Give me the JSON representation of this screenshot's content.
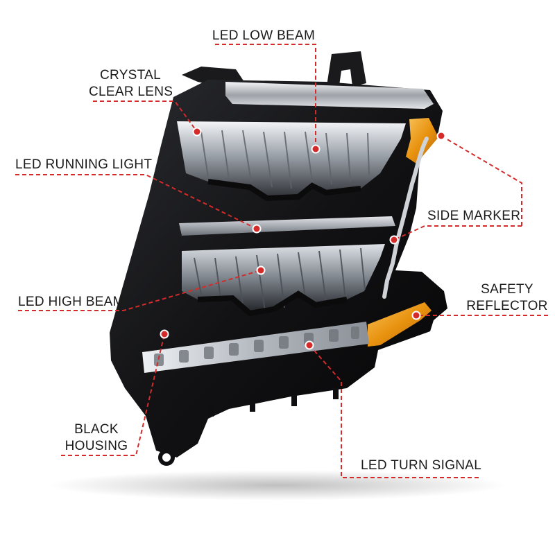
{
  "colors": {
    "leader": "#d42a2a",
    "label_text": "#1a1a1a",
    "housing": "#121214",
    "amber": "#e8920f",
    "chrome": "#c9ccd1",
    "lens_glow": "#e9edf2"
  },
  "callouts": {
    "low_beam": {
      "lines": [
        "LED LOW BEAM"
      ]
    },
    "crystal_lens": {
      "lines": [
        "CRYSTAL",
        "CLEAR LENS"
      ]
    },
    "running_light": {
      "lines": [
        "LED RUNNING LIGHT"
      ]
    },
    "side_marker": {
      "lines": [
        "SIDE MARKER"
      ]
    },
    "high_beam": {
      "lines": [
        "LED HIGH BEAM"
      ]
    },
    "safety_reflector": {
      "lines": [
        "SAFETY",
        "REFLECTOR"
      ]
    },
    "black_housing": {
      "lines": [
        "BLACK",
        "HOUSING"
      ]
    },
    "turn_signal": {
      "lines": [
        "LED TURN SIGNAL"
      ]
    }
  }
}
